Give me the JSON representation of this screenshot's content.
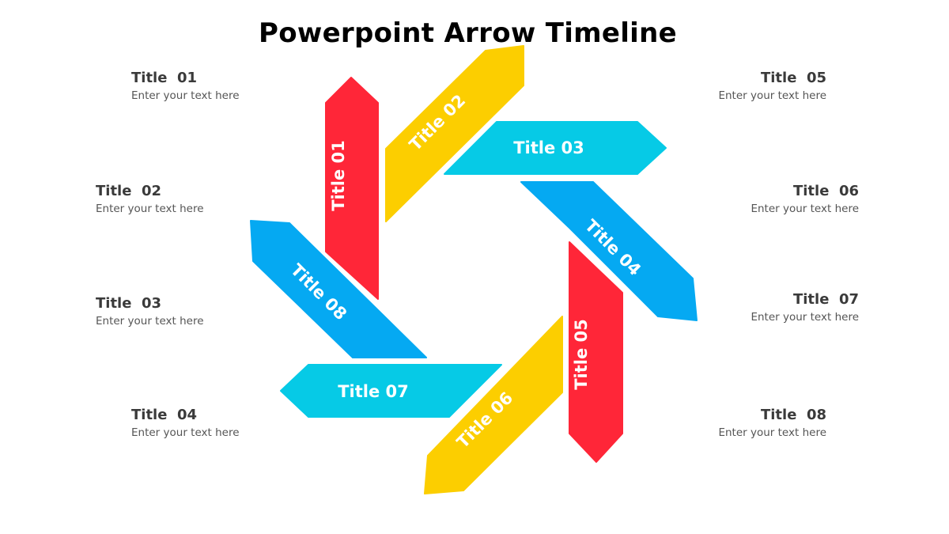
{
  "header": {
    "title": "Powerpoint Arrow Timeline"
  },
  "colors": {
    "red": "#FF2638",
    "yellow": "#FCCE00",
    "cyan": "#06CAE6",
    "blue": "#05A9F2",
    "heading_text": "#3A3A3A",
    "body_text": "#555555"
  },
  "left_items": [
    {
      "title": "Title  01",
      "text": "Enter your text here"
    },
    {
      "title": "Title  02",
      "text": "Enter your text here"
    },
    {
      "title": "Title  03",
      "text": "Enter your text here"
    },
    {
      "title": "Title  04",
      "text": "Enter your text here"
    }
  ],
  "right_items": [
    {
      "title": "Title  05",
      "text": "Enter your text here"
    },
    {
      "title": "Title  06",
      "text": "Enter your text here"
    },
    {
      "title": "Title  07",
      "text": "Enter your text here"
    },
    {
      "title": "Title  08",
      "text": "Enter your text here"
    }
  ],
  "arrows": [
    {
      "label": "Title 01",
      "color": "red"
    },
    {
      "label": "Title 02",
      "color": "yellow"
    },
    {
      "label": "Title  03",
      "color": "cyan"
    },
    {
      "label": "Title  04",
      "color": "blue"
    },
    {
      "label": "Title 05",
      "color": "red"
    },
    {
      "label": "Title 06",
      "color": "yellow"
    },
    {
      "label": "Title  07",
      "color": "cyan"
    },
    {
      "label": "Title  08",
      "color": "blue"
    }
  ]
}
